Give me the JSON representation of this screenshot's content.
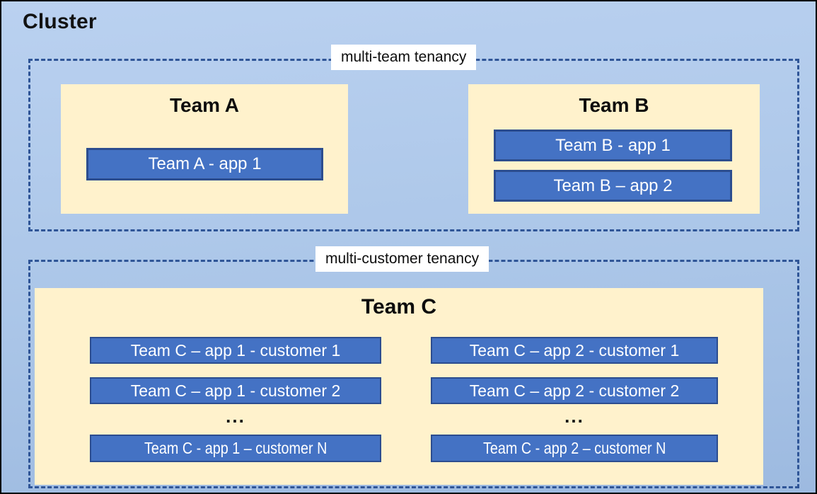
{
  "colors": {
    "canvas_top": "#BAD1F0",
    "canvas_mid": "#ABC6E8",
    "canvas_bottom": "#9DBAE0",
    "dash": "#2F5597",
    "panel_fill": "#FFF2CC",
    "box_fill": "#4472C4",
    "box_border": "#2C4D8F"
  },
  "cluster": {
    "title": "Cluster"
  },
  "group1": {
    "label": "multi-team tenancy",
    "team_a": {
      "title": "Team A",
      "app1": "Team A - app 1"
    },
    "team_b": {
      "title": "Team B",
      "app1": "Team B - app 1",
      "app2": "Team B – app 2"
    }
  },
  "group2": {
    "label": "multi-customer tenancy",
    "team_c": {
      "title": "Team C",
      "col1": {
        "row1": "Team C – app 1 - customer 1",
        "row2": "Team C – app 1 - customer 2",
        "ellipsis": "...",
        "rowN": "Team C - app 1 – customer N"
      },
      "col2": {
        "row1": "Team C – app 2 - customer 1",
        "row2": "Team C – app 2 - customer 2",
        "ellipsis": "...",
        "rowN": "Team C - app 2 – customer N"
      }
    }
  }
}
